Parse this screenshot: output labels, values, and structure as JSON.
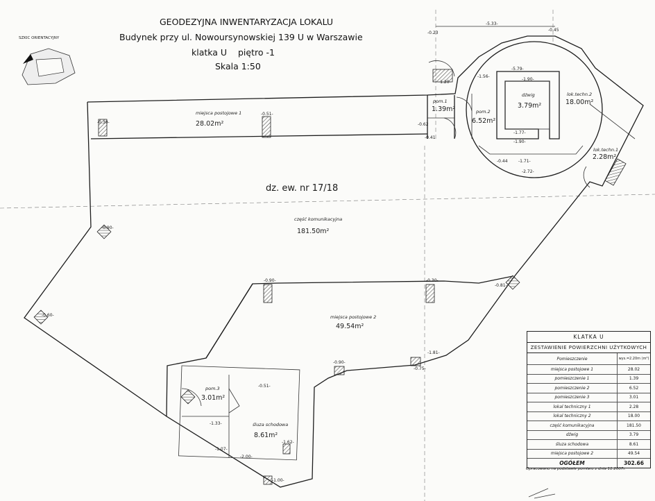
{
  "header": {
    "line1": "GEODEZYJNA INWENTARYZACJA LOKALU",
    "line2": "Budynek przy ul. Nowoursynowskiej 139 U w Warszawie",
    "line3": "klatka U    piętro -1",
    "line4": "Skala 1:50"
  },
  "orientation": {
    "title": "SZKIC ORIENTACYJNY"
  },
  "plot_label": "dz. ew. nr 17/18",
  "rooms": {
    "mp1": {
      "name": "miejsca postojowe 1",
      "area": "28.02m²"
    },
    "pom1": {
      "name": "pom.1",
      "area": "1.39m²"
    },
    "pom2": {
      "name": "pom.2",
      "area": "6.52m²"
    },
    "dzwig": {
      "name": "dźwig",
      "area": "3.79m²"
    },
    "lok2": {
      "name": "lok.techn.2",
      "area": "18.00m²"
    },
    "lok1": {
      "name": "lok.techn.1",
      "area": "2.28m²"
    },
    "common": {
      "name": "część komunikacyjna",
      "area": "181.50m²"
    },
    "mp2": {
      "name": "miejsca postojowe 2",
      "area": "49.54m²"
    },
    "pom3": {
      "name": "pom.3",
      "area": "3.01m²"
    },
    "sluice": {
      "name": "śluza schodowa",
      "area": "8.61m²"
    }
  },
  "dimensions": [
    "-5.33-",
    "-0.23",
    "-0.45",
    "-0.51-",
    "-0.30-",
    "-1.20-",
    "-1.56-",
    "-5.79-",
    "-1.90-",
    "-1.77-",
    "-1.90-",
    "-1.71-",
    "-2.72-",
    "-0.44",
    "-0.62",
    "-0.41",
    "-0.30-",
    "-0.90-",
    "-0.60-",
    "-0.75-",
    "-1.81-",
    "-0.90-",
    "-0.90-",
    "-0.81-",
    "-1.62-",
    "-1.33-",
    "-2.00-",
    "-0.51-",
    "-1.07-",
    "-1.00-"
  ],
  "table": {
    "title": "KLATKA U",
    "subtitle": "ZESTAWIENIE POWIERZCHNI UŻYTKOWYCH",
    "col1": "Pomieszczenie",
    "col2": "wys.=2.20m (m²)",
    "rows": [
      {
        "name": "miejsca postojowe 1",
        "value": "28.02"
      },
      {
        "name": "pomieszczenie 1",
        "value": "1.39"
      },
      {
        "name": "pomieszczenie 2",
        "value": "6.52"
      },
      {
        "name": "pomieszczenie 3",
        "value": "3.01"
      },
      {
        "name": "lokal techniczny 1",
        "value": "2.28"
      },
      {
        "name": "lokal techniczny 2",
        "value": "18.00"
      },
      {
        "name": "część komunikacyjna",
        "value": "181.50"
      },
      {
        "name": "dźwig",
        "value": "3.79"
      },
      {
        "name": "śluza schodowa",
        "value": "8.61"
      },
      {
        "name": "miejsca postojowe 2",
        "value": "49.54"
      }
    ],
    "total_label": "OGÓŁEM",
    "total_value": "302.66",
    "note": "Opracowano na podstawie pomiaru z dnia 11.2007r."
  }
}
